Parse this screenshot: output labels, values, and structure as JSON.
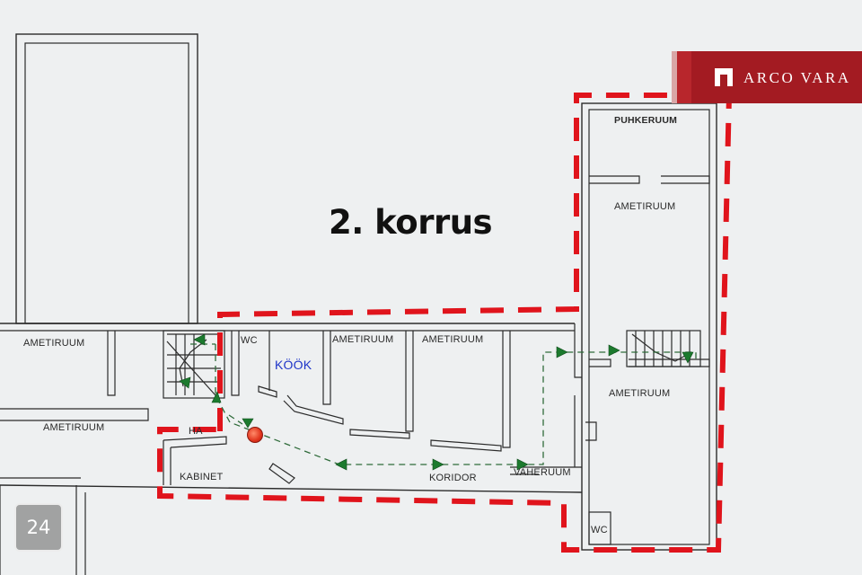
{
  "floor_title": "2. korrus",
  "brand": {
    "name": "ARCO VARA",
    "accent_color": "#a31b22"
  },
  "page_badge": {
    "number": "24"
  },
  "rooms": {
    "puhkeruum": "PUHKERUUM",
    "ametiruum_right_top": "AMETIRUUM",
    "ametiruum_right_bottom": "AMETIRUUM",
    "ametiruum_left_top": "AMETIRUUM",
    "ametiruum_left_mid": "AMETIRUUM",
    "ametiruum_center_1": "AMETIRUUM",
    "ametiruum_center_2": "AMETIRUUM",
    "wc_top": "WC",
    "wc_bottom": "WC",
    "kook": "KÖÖK",
    "kabinet": "KABINET",
    "koridor": "KORIDOR",
    "vaheruum": "VAHERUUM",
    "hall_partial": "HA"
  },
  "colors": {
    "boundary": "#e0141c",
    "evacuation_route": "#1c7a2e",
    "kook_label": "#1f35c8"
  },
  "icons": [
    "fire-extinguisher-icon",
    "direction-arrow-icon",
    "brand-logo-icon"
  ]
}
